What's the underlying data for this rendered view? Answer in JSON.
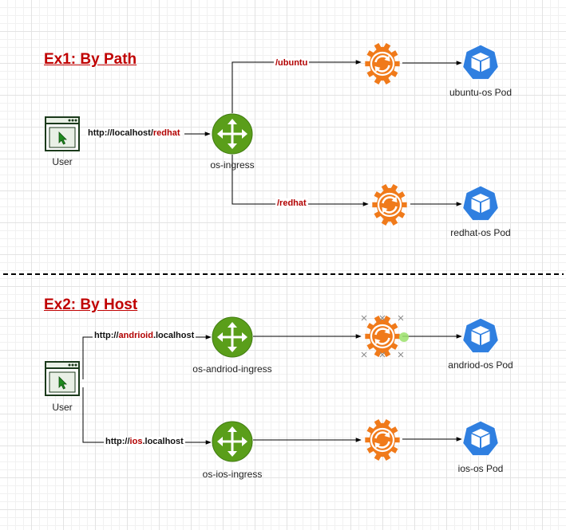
{
  "colors": {
    "accent_red": "#b20000",
    "title_red": "#c00000",
    "ingress_green": "#5a9e1a",
    "service_orange": "#f07a1a",
    "pod_blue": "#2f7fe0"
  },
  "ex1": {
    "title": "Ex1: By Path",
    "user_label": "User",
    "request": {
      "prefix": "http://localhost/",
      "highlight": "redhat",
      "suffix": ""
    },
    "ingress_label": "os-ingress",
    "route_top": {
      "label": "/ubuntu",
      "pod_label": "ubuntu-os Pod"
    },
    "route_bottom": {
      "label": "/redhat",
      "pod_label": "redhat-os Pod"
    }
  },
  "ex2": {
    "title": "Ex2: By Host",
    "user_label": "User",
    "route_top": {
      "request": {
        "prefix": "http://",
        "highlight": "andrioid",
        "suffix": ".localhost"
      },
      "ingress_label": "os-andriod-ingress",
      "pod_label": "andriod-os Pod"
    },
    "route_bottom": {
      "request": {
        "prefix": "http://",
        "highlight": "ios",
        "suffix": ".localhost"
      },
      "ingress_label": "os-ios-ingress",
      "pod_label": "ios-os Pod"
    }
  }
}
